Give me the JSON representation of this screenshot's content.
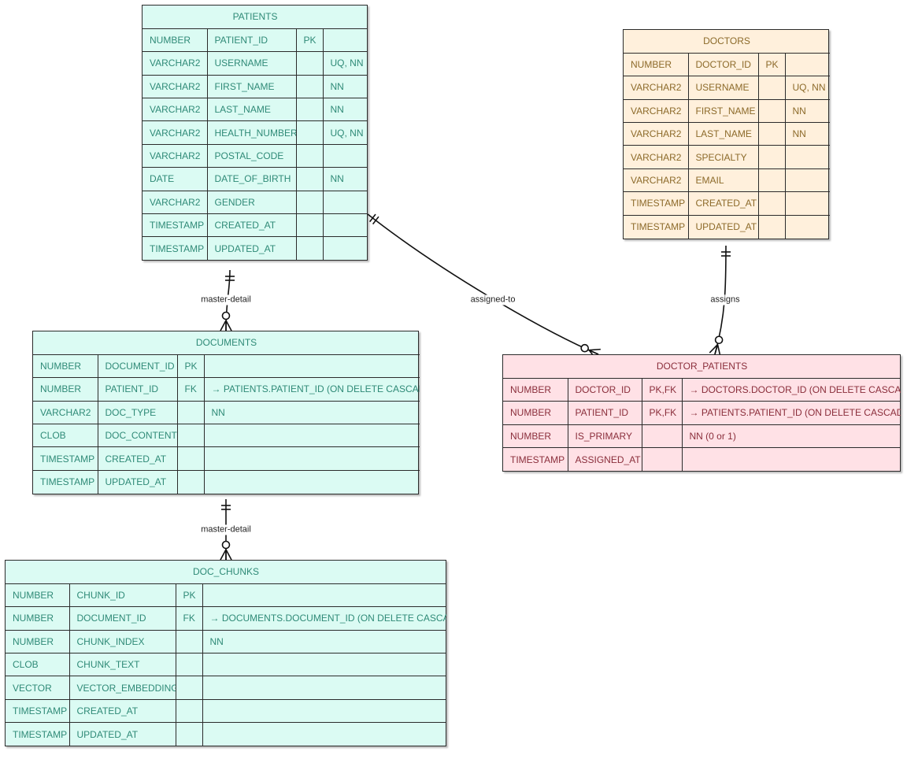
{
  "entities": {
    "patients": {
      "title": "PATIENTS",
      "rows": [
        [
          "NUMBER",
          "PATIENT_ID",
          "PK",
          ""
        ],
        [
          "VARCHAR2",
          "USERNAME",
          "",
          "UQ, NN"
        ],
        [
          "VARCHAR2",
          "FIRST_NAME",
          "",
          "NN"
        ],
        [
          "VARCHAR2",
          "LAST_NAME",
          "",
          "NN"
        ],
        [
          "VARCHAR2",
          "HEALTH_NUMBER",
          "",
          "UQ, NN"
        ],
        [
          "VARCHAR2",
          "POSTAL_CODE",
          "",
          ""
        ],
        [
          "DATE",
          "DATE_OF_BIRTH",
          "",
          "NN"
        ],
        [
          "VARCHAR2",
          "GENDER",
          "",
          ""
        ],
        [
          "TIMESTAMP",
          "CREATED_AT",
          "",
          ""
        ],
        [
          "TIMESTAMP",
          "UPDATED_AT",
          "",
          ""
        ]
      ]
    },
    "doctors": {
      "title": "DOCTORS",
      "rows": [
        [
          "NUMBER",
          "DOCTOR_ID",
          "PK",
          ""
        ],
        [
          "VARCHAR2",
          "USERNAME",
          "",
          "UQ, NN"
        ],
        [
          "VARCHAR2",
          "FIRST_NAME",
          "",
          "NN"
        ],
        [
          "VARCHAR2",
          "LAST_NAME",
          "",
          "NN"
        ],
        [
          "VARCHAR2",
          "SPECIALTY",
          "",
          ""
        ],
        [
          "VARCHAR2",
          "EMAIL",
          "",
          ""
        ],
        [
          "TIMESTAMP",
          "CREATED_AT",
          "",
          ""
        ],
        [
          "TIMESTAMP",
          "UPDATED_AT",
          "",
          ""
        ]
      ]
    },
    "documents": {
      "title": "DOCUMENTS",
      "rows": [
        [
          "NUMBER",
          "DOCUMENT_ID",
          "PK",
          ""
        ],
        [
          "NUMBER",
          "PATIENT_ID",
          "FK",
          "→ PATIENTS.PATIENT_ID (ON DELETE CASCADE)"
        ],
        [
          "VARCHAR2",
          "DOC_TYPE",
          "",
          "NN"
        ],
        [
          "CLOB",
          "DOC_CONTENT",
          "",
          ""
        ],
        [
          "TIMESTAMP",
          "CREATED_AT",
          "",
          ""
        ],
        [
          "TIMESTAMP",
          "UPDATED_AT",
          "",
          ""
        ]
      ]
    },
    "doctor_patients": {
      "title": "DOCTOR_PATIENTS",
      "rows": [
        [
          "NUMBER",
          "DOCTOR_ID",
          "PK,FK",
          "→ DOCTORS.DOCTOR_ID (ON DELETE CASCADE)"
        ],
        [
          "NUMBER",
          "PATIENT_ID",
          "PK,FK",
          "→ PATIENTS.PATIENT_ID (ON DELETE CASCADE)"
        ],
        [
          "NUMBER",
          "IS_PRIMARY",
          "",
          "NN (0 or 1)"
        ],
        [
          "TIMESTAMP",
          "ASSIGNED_AT",
          "",
          ""
        ]
      ]
    },
    "doc_chunks": {
      "title": "DOC_CHUNKS",
      "rows": [
        [
          "NUMBER",
          "CHUNK_ID",
          "PK",
          ""
        ],
        [
          "NUMBER",
          "DOCUMENT_ID",
          "FK",
          "→ DOCUMENTS.DOCUMENT_ID (ON DELETE CASCADE)"
        ],
        [
          "NUMBER",
          "CHUNK_INDEX",
          "",
          "NN"
        ],
        [
          "CLOB",
          "CHUNK_TEXT",
          "",
          ""
        ],
        [
          "VECTOR",
          "VECTOR_EMBEDDING",
          "",
          ""
        ],
        [
          "TIMESTAMP",
          "CREATED_AT",
          "",
          ""
        ],
        [
          "TIMESTAMP",
          "UPDATED_AT",
          "",
          ""
        ]
      ]
    }
  },
  "relationships": {
    "patients_documents": "master-detail",
    "patients_doctor_patients": "assigned-to",
    "doctors_doctor_patients": "assigns",
    "documents_doc_chunks": "master-detail"
  },
  "colors": {
    "teal_fill": "#dbfbf3",
    "teal_text": "#2f8a77",
    "orange_fill": "#fff0dc",
    "orange_text": "#8c6a2a",
    "pink_fill": "#ffe1e6",
    "pink_text": "#8a2e3b",
    "line": "#111111"
  }
}
